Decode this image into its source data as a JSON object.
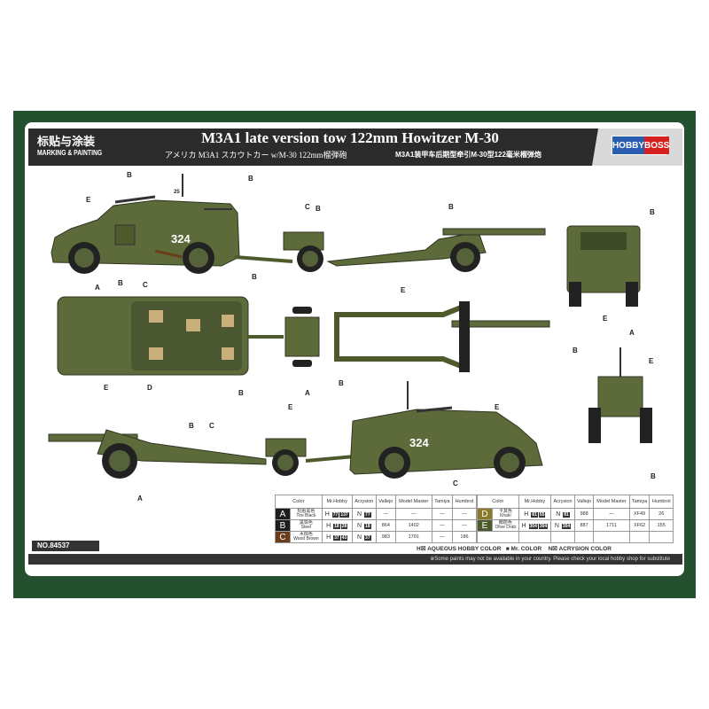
{
  "header": {
    "section_cn": "标贴与涂装",
    "section_en": "MARKING & PAINTING",
    "title": "M3A1  late version tow 122mm Howitzer M-30",
    "subtitle_jp": "アメリカ M3A1 スカウトカー w/M-30 122mm榴弾砲",
    "subtitle_cn": "M3A1装甲车后期型牵引M-30型122毫米榴弹炮",
    "logo": {
      "part1": "HOBBY",
      "part2": "BOSS"
    }
  },
  "markings": {
    "vehicle_number": "324",
    "number_callout": "25"
  },
  "callouts": {
    "A": "A",
    "B": "B",
    "C": "C",
    "D": "D",
    "E": "E"
  },
  "colors": {
    "frame": "#24502f",
    "vehicle_olive": "#5d6b3b",
    "header_bar": "#2b2b2b"
  },
  "color_table": {
    "headers": [
      "Color",
      "Mr.Hobby",
      "Acrysion",
      "Vallejo",
      "Model Master",
      "Tamiya",
      "Humbrol"
    ],
    "left_rows": [
      {
        "letter": "A",
        "swatch": "#1e1e1e",
        "name_cn": "轮胎黑色",
        "name_en": "Tire Black",
        "mr_hobby_h": "77",
        "mr_color": "137",
        "acrysion": "77",
        "vallejo": "—",
        "model_master": "—",
        "tamiya": "—",
        "humbrol": "—"
      },
      {
        "letter": "B",
        "swatch": "#1e1e1e",
        "name_cn": "黑铁色",
        "name_en": "Steel",
        "mr_hobby_h": "18",
        "mr_color": "28",
        "acrysion": "18",
        "vallejo": "864",
        "model_master": "1402",
        "tamiya": "—",
        "humbrol": "—"
      },
      {
        "letter": "C",
        "swatch": "#6b3c1a",
        "name_cn": "木棕色",
        "name_en": "Wood Brown",
        "mr_hobby_h": "37",
        "mr_color": "43",
        "acrysion": "37",
        "vallejo": "983",
        "model_master": "1701",
        "tamiya": "—",
        "humbrol": "186"
      }
    ],
    "right_rows": [
      {
        "letter": "D",
        "swatch": "#8a7a2a",
        "name_cn": "卡其色",
        "name_en": "Khaki",
        "mr_hobby_h": "81",
        "mr_color": "55",
        "acrysion": "81",
        "vallejo": "988",
        "model_master": "—",
        "tamiya": "XF49",
        "humbrol": "26"
      },
      {
        "letter": "E",
        "swatch": "#4e5a2c",
        "name_cn": "橄榄色",
        "name_en": "Olive Drab",
        "mr_hobby_h": "304",
        "mr_color": "304",
        "acrysion": "304",
        "vallejo": "887",
        "model_master": "1711",
        "tamiya": "XF62",
        "humbrol": "155"
      }
    ],
    "legend": {
      "aqueous": "H☒ AQUEOUS HOBBY COLOR",
      "mr_color": "■ Mr. COLOR",
      "acrysion": "N☒ ACRYSION COLOR"
    }
  },
  "footer": {
    "product_number": "NO.84537",
    "note": "※Some paints may not be available in your country. Please check your local hobby shop for substitute"
  }
}
